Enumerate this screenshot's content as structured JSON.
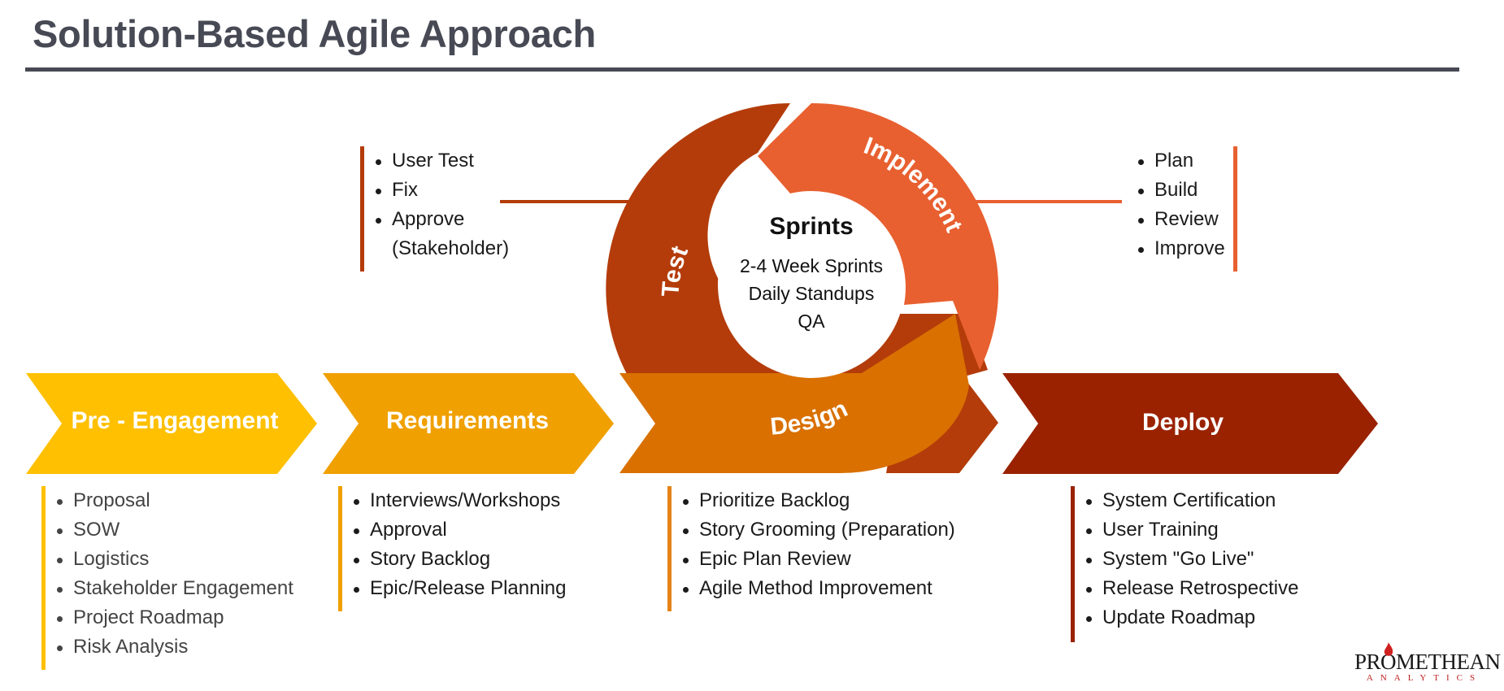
{
  "title": "Solution-Based Agile Approach",
  "colors": {
    "title": "#474a54",
    "pre_engagement": "#fec000",
    "requirements": "#f0a000",
    "design": "#d97000",
    "design_dark": "#b43c0a",
    "test": "#b43c0a",
    "implement": "#e86030",
    "deploy": "#9a2200"
  },
  "stages": {
    "pre_engagement": {
      "label": "Pre - Engagement",
      "items": [
        "Proposal",
        "SOW",
        "Logistics",
        "Stakeholder Engagement",
        "Project Roadmap",
        "Risk Analysis"
      ]
    },
    "requirements": {
      "label": "Requirements",
      "items": [
        "Interviews/Workshops",
        "Approval",
        "Story Backlog",
        "Epic/Release Planning"
      ]
    },
    "design": {
      "label": "Design",
      "items": [
        "Prioritize Backlog",
        "Story Grooming (Preparation)",
        "Epic Plan Review",
        "Agile Method Improvement"
      ]
    },
    "deploy": {
      "label": "Deploy",
      "items": [
        "System Certification",
        "User Training",
        "System \"Go Live\"",
        "Release Retrospective",
        "Update Roadmap"
      ]
    }
  },
  "cycle": {
    "test_label": "Test",
    "implement_label": "Implement",
    "test_items": [
      "User Test",
      "Fix",
      "Approve (Stakeholder)"
    ],
    "implement_items": [
      "Plan",
      "Build",
      "Review",
      "Improve"
    ],
    "center": {
      "title": "Sprints",
      "lines": [
        "2-4 Week Sprints",
        "Daily Standups",
        "QA"
      ]
    }
  },
  "logo": {
    "main": "PROMETHEAN",
    "sub": "ANALYTICS",
    "icon": "flame-icon"
  }
}
